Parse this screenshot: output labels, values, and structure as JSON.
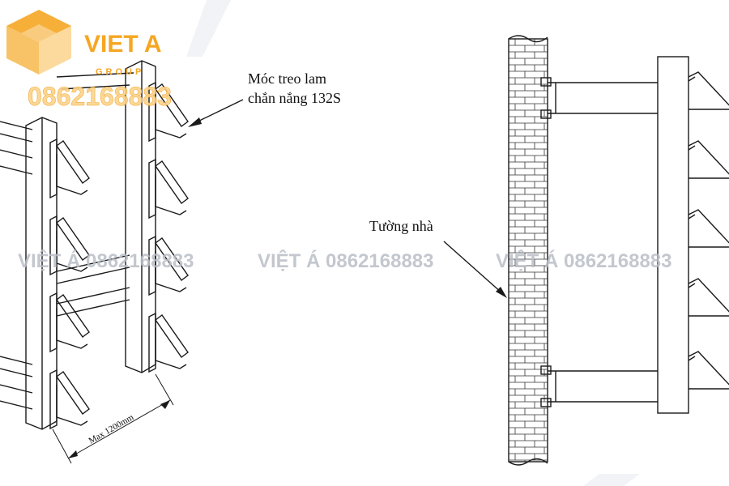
{
  "logo": {
    "brand": "VIET A",
    "sub": "GROUP",
    "phone": "0862168883",
    "colors": {
      "orange": "#f5a623",
      "light": "#fbd38d"
    }
  },
  "labels": {
    "hook": [
      "Móc treo lam",
      "chắn nắng 132S"
    ],
    "wall": "Tường nhà",
    "spacing": "Max 1200mm"
  },
  "watermarks": [
    "VIỆT Á 0862168883",
    "VIỆT Á 0862168883",
    "VIỆT Á 0862168883"
  ],
  "colors": {
    "ink": "#1a1a1a",
    "watermark": "#b9bec6"
  }
}
